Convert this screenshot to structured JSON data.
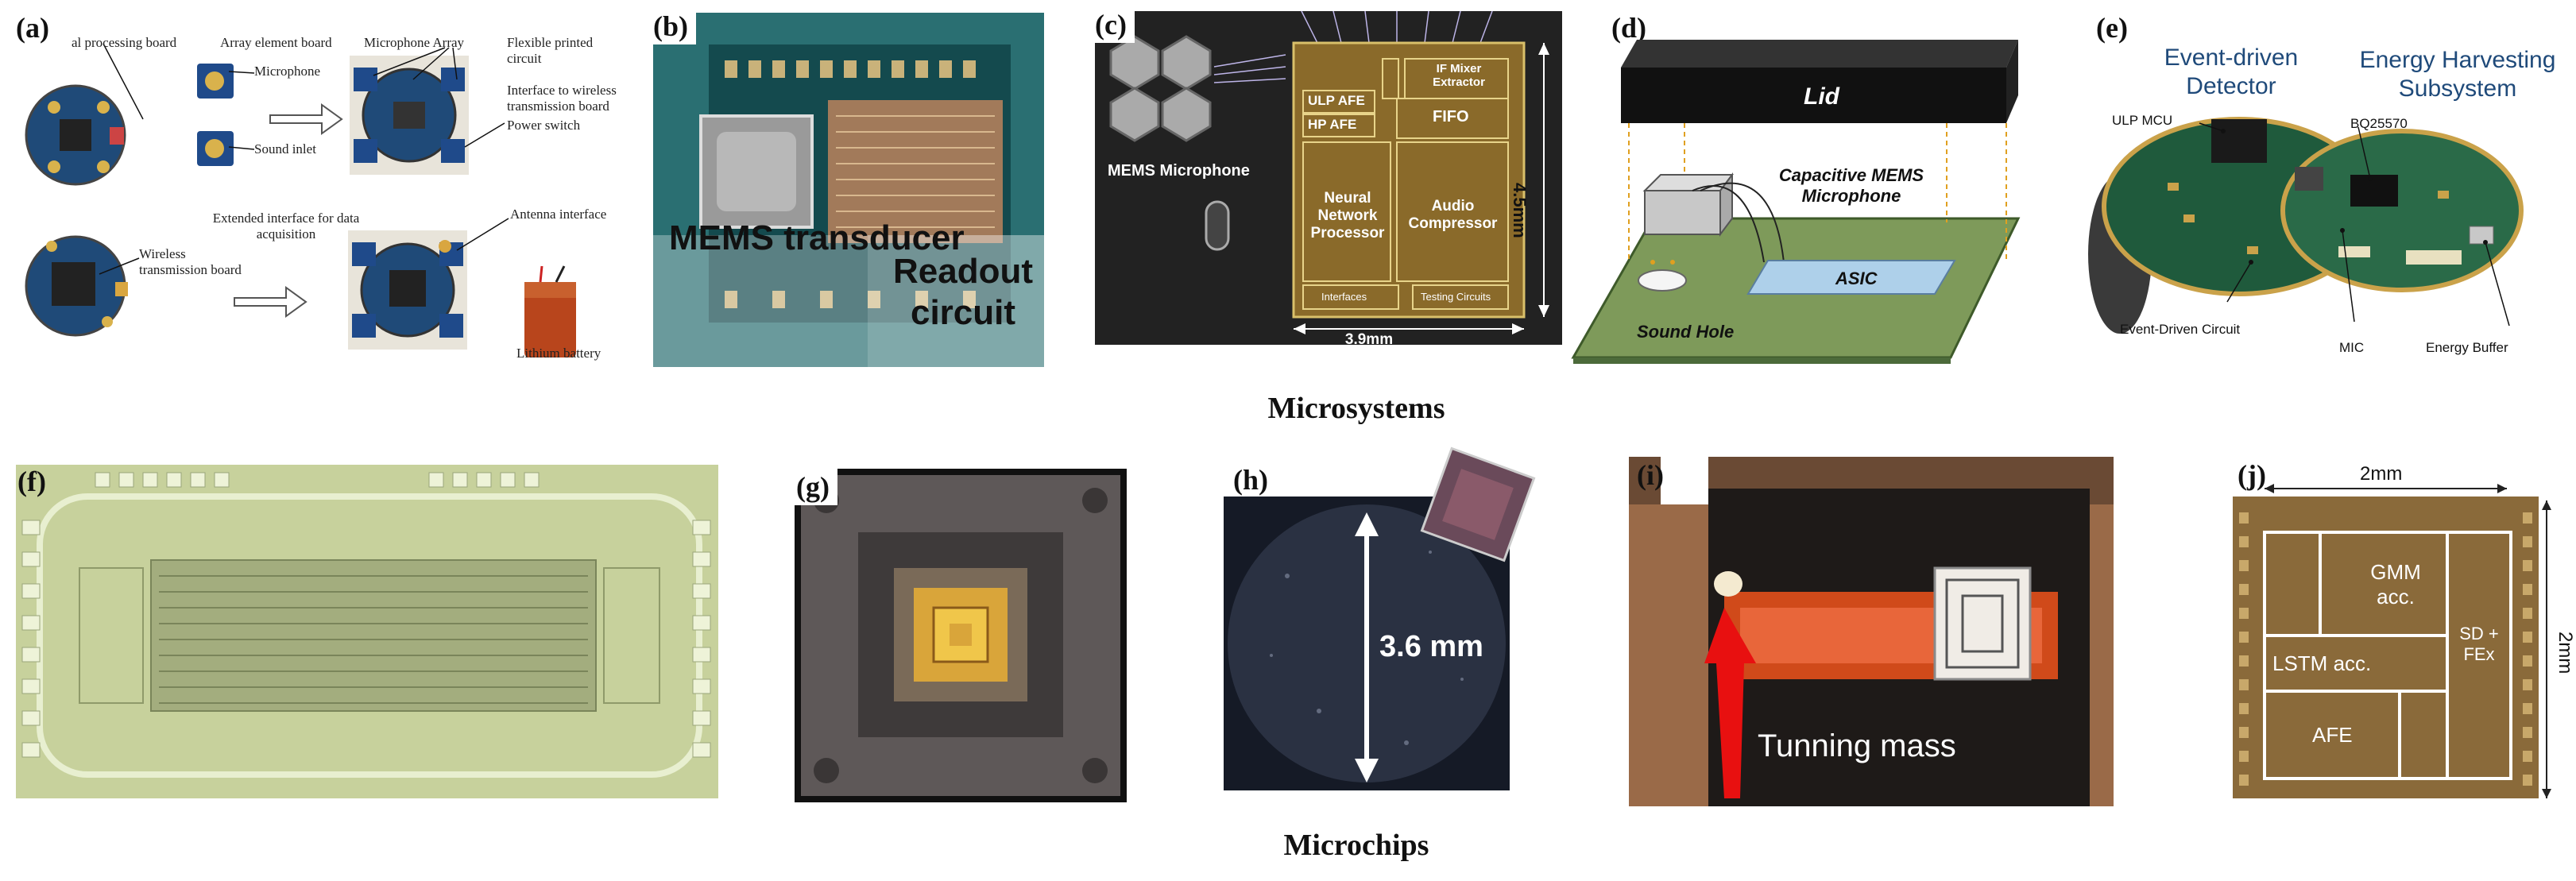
{
  "sections": {
    "top_title": "Microsystems",
    "bottom_title": "Microchips"
  },
  "panel_labels": [
    "(a)",
    "(b)",
    "(c)",
    "(d)",
    "(e)",
    "(f)",
    "(g)",
    "(h)",
    "(i)",
    "(j)"
  ],
  "panel_a": {
    "labels": [
      "al processing board",
      "Array element board",
      "Microphone",
      "Sound inlet",
      "Microphone Array",
      "Flexible printed circuit",
      "Interface to wireless transmission board",
      "Power switch",
      "Extended interface for data acquisition",
      "Wireless transmission board",
      "Antenna interface",
      "Lithium battery"
    ]
  },
  "panel_b": {
    "labels": [
      "MEMS transducer",
      "Readout circuit"
    ]
  },
  "panel_c": {
    "labels": [
      "MEMS Microphone",
      "ULP AFE",
      "HP AFE",
      "IF Mixer Extractor",
      "FIFO",
      "Neural Network Processor",
      "Audio Compressor",
      "Interfaces",
      "Testing Circuits",
      "3.9mm",
      "4.5mm"
    ]
  },
  "panel_d": {
    "labels": [
      "Lid",
      "Capacitive MEMS Microphone",
      "ASIC",
      "Sound Hole"
    ]
  },
  "panel_e": {
    "labels": [
      "Event-driven Detector",
      "Energy Harvesting Subsystem",
      "ULP MCU",
      "BQ25570",
      "Event-Driven Circuit",
      "MIC",
      "Energy Buffer"
    ]
  },
  "panel_h": {
    "labels": [
      "3.6 mm"
    ]
  },
  "panel_i": {
    "labels": [
      "Tunning mass"
    ]
  },
  "panel_j": {
    "labels": [
      "2mm",
      "2mm",
      "GMM acc.",
      "LSTM acc.",
      "SD + FEx",
      "AFE"
    ]
  },
  "colors": {
    "chip_gold": "#b88a3a",
    "pcb_green": "#2f5a3a",
    "accent_red": "#e01010",
    "lid_black": "#111111"
  }
}
